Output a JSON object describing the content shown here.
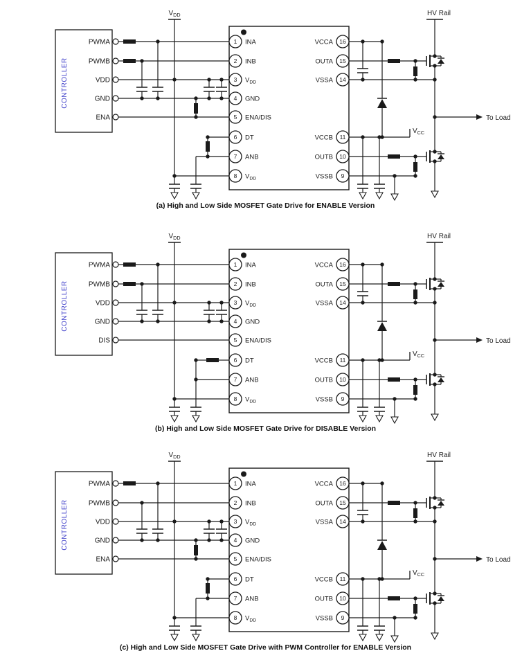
{
  "colors": {
    "line": "#1a1a1a",
    "controller_text": "#3a3ac8",
    "background": "#ffffff"
  },
  "shared": {
    "controller_label": "CONTROLLER",
    "vdd_rail_label": "VDD",
    "hv_rail_label": "HV Rail",
    "vcc_label": "VCC",
    "to_load_label": "To Load",
    "left_pins": [
      {
        "num": "1",
        "label": "INA"
      },
      {
        "num": "2",
        "label": "INB"
      },
      {
        "num": "3",
        "label": "VDD"
      },
      {
        "num": "4",
        "label": "GND"
      },
      {
        "num": "5",
        "label": "ENA/DIS"
      },
      {
        "num": "6",
        "label": "DT"
      },
      {
        "num": "7",
        "label": "ANB"
      },
      {
        "num": "8",
        "label": "VDD"
      }
    ],
    "right_pins": [
      {
        "num": "16",
        "label": "VCCA"
      },
      {
        "num": "15",
        "label": "OUTA"
      },
      {
        "num": "14",
        "label": "VSSA"
      },
      {
        "num": "11",
        "label": "VCCB"
      },
      {
        "num": "10",
        "label": "OUTB"
      },
      {
        "num": "9",
        "label": "VSSB"
      }
    ]
  },
  "diagrams": [
    {
      "id": "a",
      "variant": "a",
      "caption": "(a) High and Low Side MOSFET Gate Drive for ENABLE Version",
      "controller_pins": [
        "PWMA",
        "PWMB",
        "VDD",
        "GND",
        "ENA"
      ]
    },
    {
      "id": "b",
      "variant": "b",
      "caption": "(b) High and Low Side MOSFET Gate Drive for DISABLE Version",
      "controller_pins": [
        "PWMA",
        "PWMB",
        "VDD",
        "GND",
        "DIS"
      ]
    },
    {
      "id": "c",
      "variant": "c",
      "caption": "(c) High and Low Side MOSFET Gate Drive with PWM Controller for ENABLE Version",
      "controller_pins": [
        "PWMA",
        "PWMB",
        "VDD",
        "GND",
        "ENA"
      ]
    }
  ]
}
